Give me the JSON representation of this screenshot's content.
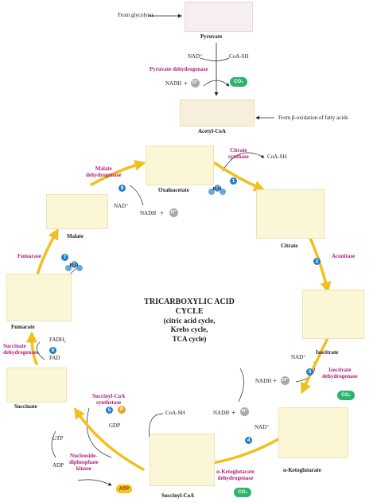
{
  "colors": {
    "cycle_arrow": "#f0c01e",
    "enzyme": "#b0207a",
    "step_badge": "#1f7fc7",
    "co2": "#2fb36b",
    "atp": "#f2c418",
    "water": "#67a9dc"
  },
  "labels": {
    "from_glycolysis": "From glycolysis",
    "pyruvate": "Pyruvate",
    "acetyl_coa": "Acetyl-CoA",
    "from_beta_oxidation": "From β-oxidation of fatty acids",
    "oxaloacetate": "Oxaloacetate",
    "citrate": "Citrate",
    "isocitrate": "Isocitrate",
    "alpha_ketoglutarate": "α-Ketoglutarate",
    "succinyl_coa": "Succinyl-CoA",
    "succinate": "Succinate",
    "fumarate": "Fumarate",
    "malate": "Malate"
  },
  "cofactors": {
    "nad_plus": "NAD⁺",
    "coa_sh": "CoA-SH",
    "nadh": "NADH",
    "plus": "+",
    "h_plus": "H⁺",
    "co2": "CO₂",
    "h2o": "H₂O",
    "fadh2": "FADH₂",
    "fad": "FAD",
    "gtp": "GTP",
    "gdp": "GDP",
    "adp": "ADP",
    "atp": "ATP",
    "p": "P"
  },
  "enzymes": {
    "pyruvate_dehydrogenase": "Pyruvate dehydrogenase",
    "citrate_synthase": "Citrate\nsynthase",
    "aconitase": "Aconitase",
    "isocitrate_dehydrogenase": "Isocitrate\ndehydrogenase",
    "alpha_kg_dehydrogenase": "α-Ketoglutarate\ndehydrogenase",
    "succinyl_coa_synthetase": "Succinyl-CoA\nsynthetase",
    "ndp_kinase": "Nucleoside-\ndiphosphate\nkinase",
    "succinate_dehydrogenase": "Succinate\ndehydrogenase",
    "fumarase": "Fumarase",
    "malate_dehydrogenase": "Malate\ndehydrogenase"
  },
  "steps": [
    "1",
    "2",
    "3",
    "4",
    "5",
    "6",
    "7",
    "8"
  ],
  "center": {
    "title": "TRICARBOXYLIC ACID\nCYCLE",
    "subtitle": "(citric acid cycle,\nKrebs cycle,\nTCA cycle)"
  }
}
